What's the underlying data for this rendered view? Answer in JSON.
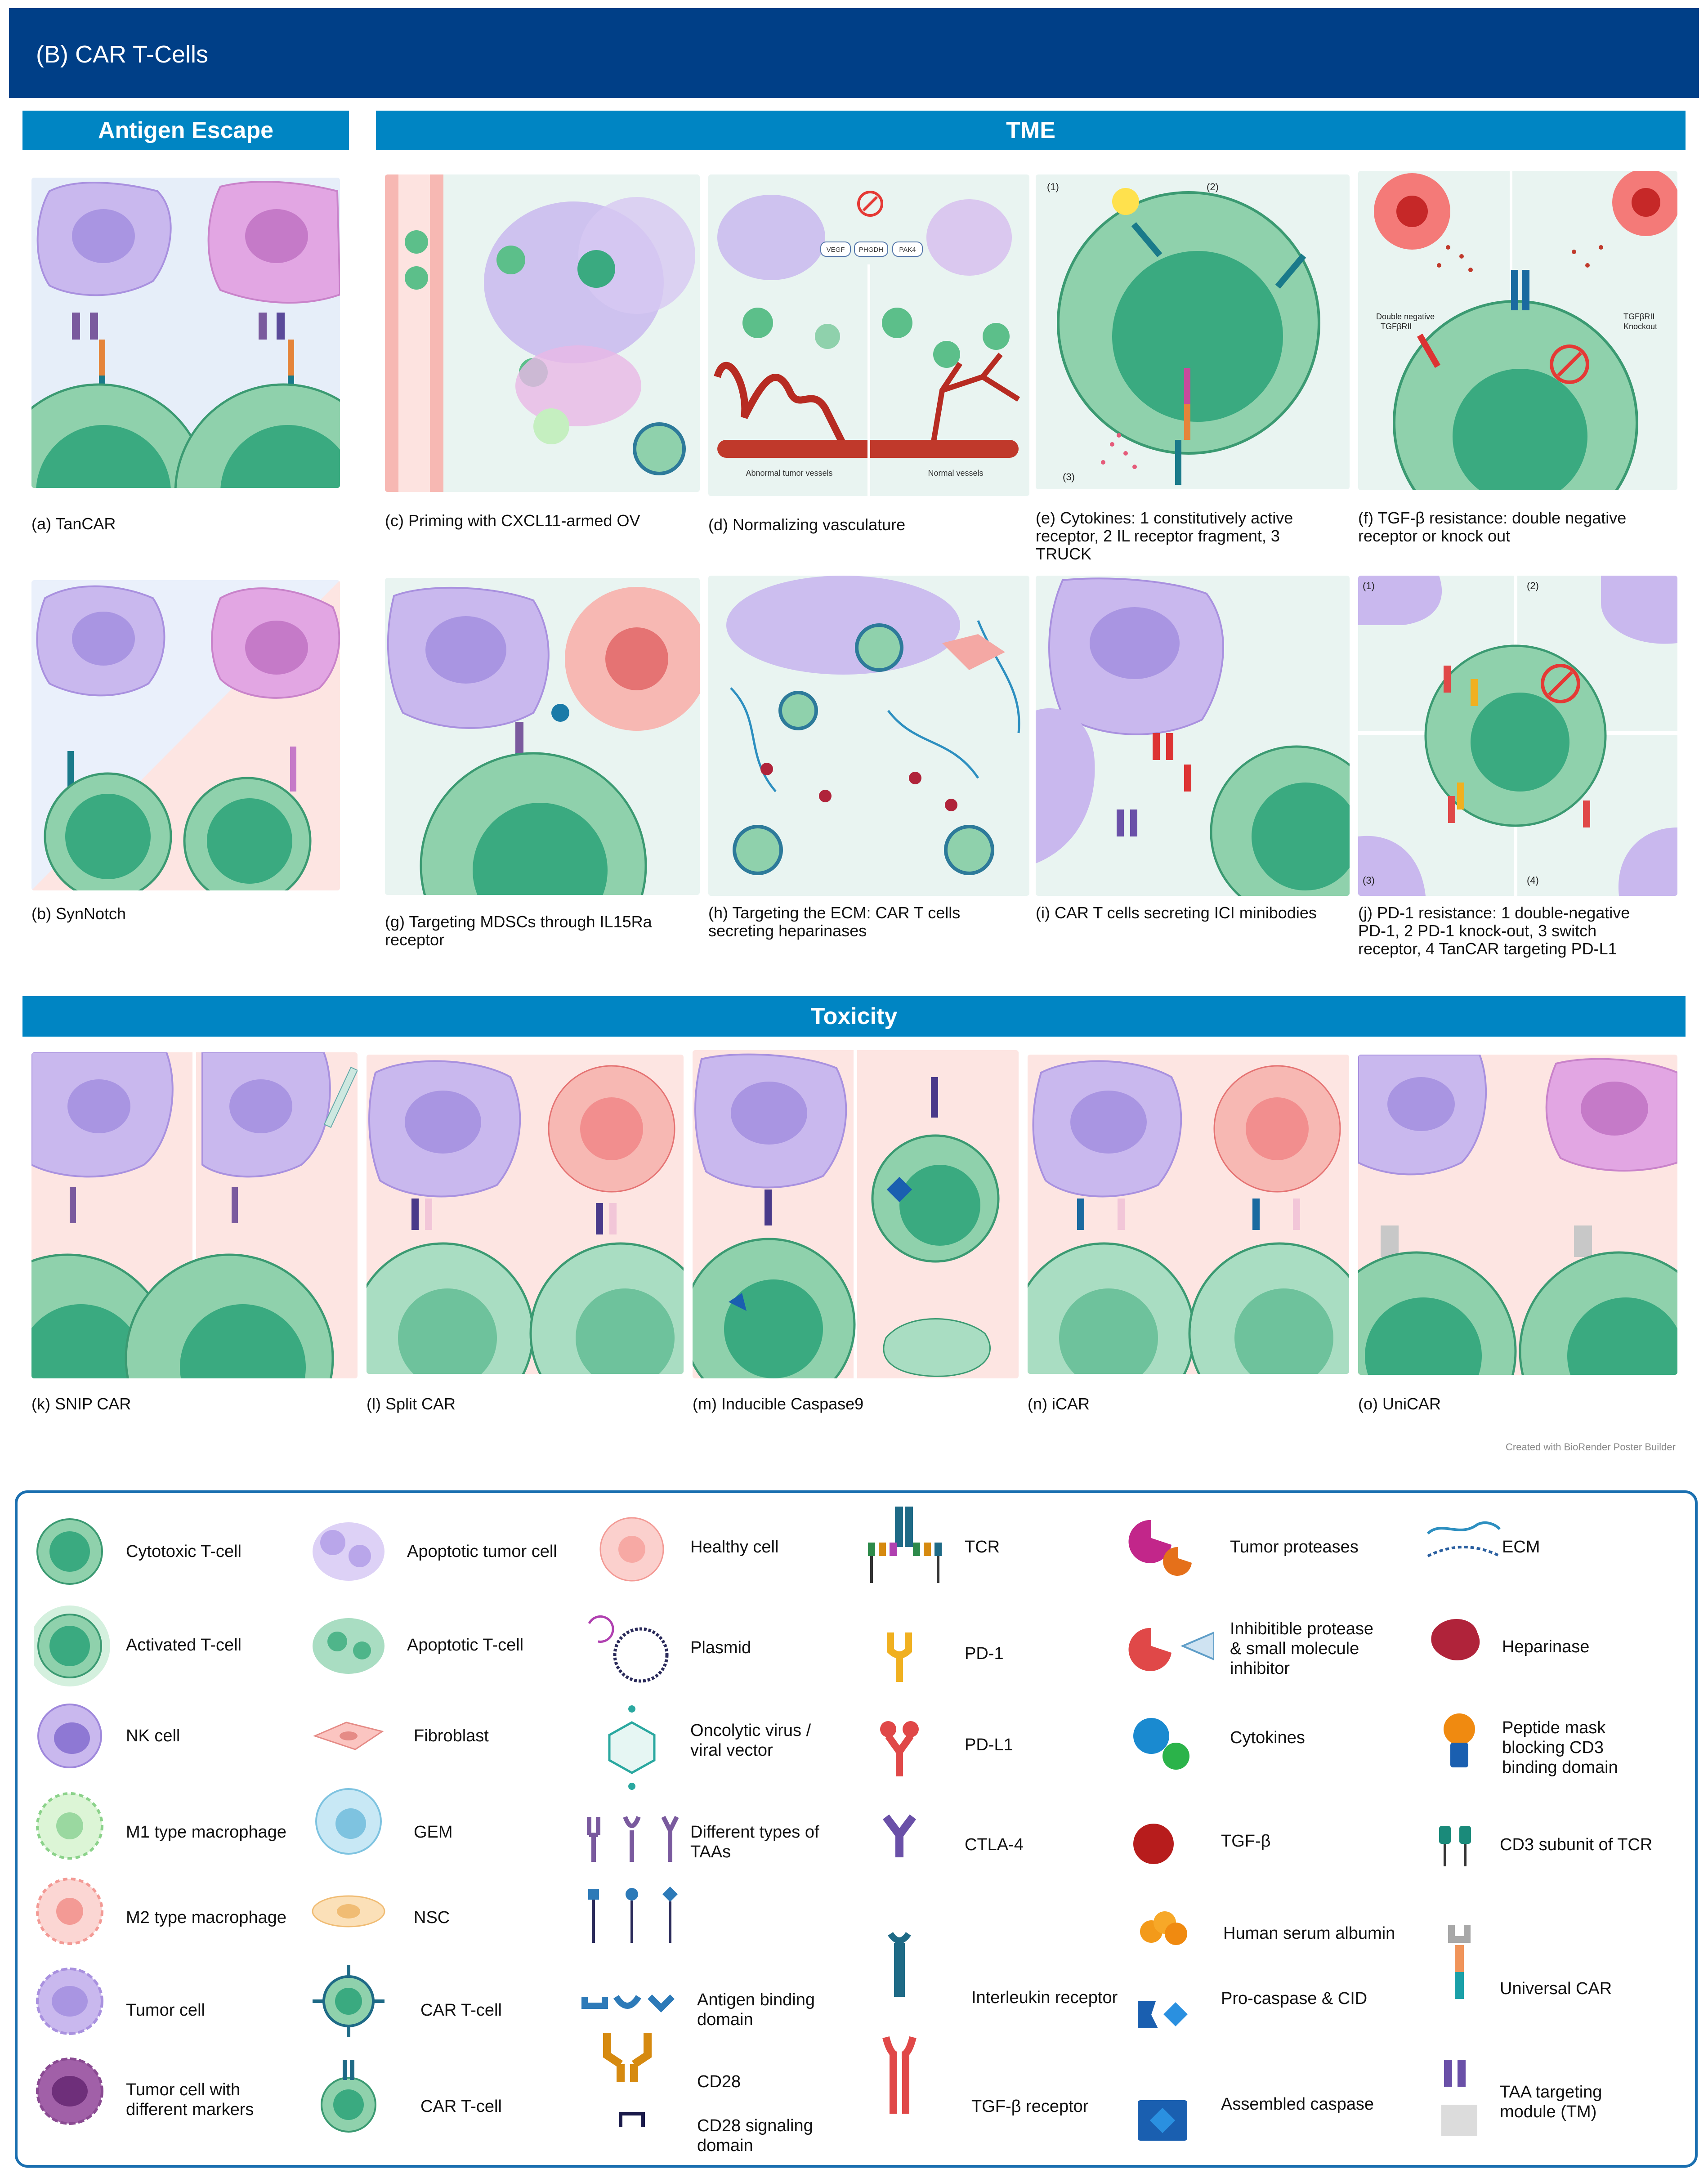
{
  "header": {
    "title": "(B) CAR T-Cells"
  },
  "sections": {
    "antigen_escape": "Antigen Escape",
    "tme": "TME",
    "toxicity": "Toxicity"
  },
  "captions": {
    "a": "(a) TanCAR",
    "b": "(b) SynNotch",
    "c": "(c) Priming with CXCL11-armed OV",
    "d": "(d) Normalizing vasculature",
    "e1": "(e) Cytokines: 1  constitutively active",
    "e2": "receptor, 2  IL receptor fragment, 3",
    "e3": "TRUCK",
    "f1": "(f) TGF-β resistance: double negative",
    "f2": "receptor or knock out",
    "g1": "(g) Targeting MDSCs through IL15Ra",
    "g2": "receptor",
    "h1": "(h) Targeting the ECM: CAR T cells",
    "h2": "secreting heparinases",
    "i": "(i) CAR T cells secreting ICI minibodies",
    "j1": "(j) PD-1 resistance: 1 double-negative",
    "j2": "PD-1, 2 PD-1 knock-out, 3 switch",
    "j3": "receptor, 4 TanCAR targeting PD-L1",
    "k": "(k) SNIP CAR",
    "l": "(l) Split CAR",
    "m": "(m) Inducible Caspase9",
    "n": "(n) iCAR",
    "o": "(o) UniCAR"
  },
  "panel_labels": {
    "d_left": "Abnormal tumor vessels",
    "d_right": "Normal vessels",
    "d_vegf": "VEGF",
    "d_phgdh": "PHGDH",
    "d_pak4": "PAK4",
    "e_1": "(1)",
    "e_2": "(2)",
    "e_3": "(3)",
    "f_left1": "Double negative",
    "f_left2": "TGFβRII",
    "f_right1": "TGFβRII",
    "f_right2": "Knockout",
    "j_1": "(1)",
    "j_2": "(2)",
    "j_3": "(3)",
    "j_4": "(4)"
  },
  "credit": "Created with BioRender Poster Builder",
  "legend": {
    "col1": [
      {
        "label": "Cytotoxic T-cell"
      },
      {
        "label": "Activated T-cell"
      },
      {
        "label": "NK cell"
      },
      {
        "label": "M1 type macrophage"
      },
      {
        "label": "M2 type macrophage"
      },
      {
        "label": "Tumor cell"
      },
      {
        "label1": "Tumor cell with",
        "label2": "different markers"
      }
    ],
    "col2": [
      {
        "label": "Apoptotic tumor cell"
      },
      {
        "label": "Apoptotic T-cell"
      },
      {
        "label": "Fibroblast"
      },
      {
        "label": "GEM"
      },
      {
        "label": "NSC"
      },
      {
        "label": "CAR T-cell"
      },
      {
        "label": "CAR T-cell"
      }
    ],
    "col3": [
      {
        "label": "Healthy cell"
      },
      {
        "label": "Plasmid"
      },
      {
        "label1": "Oncolytic virus /",
        "label2": "viral vector"
      },
      {
        "label1": "Different types of",
        "label2": "TAAs"
      },
      {
        "label1": "Antigen binding",
        "label2": "domain"
      },
      {
        "label": "CD28"
      },
      {
        "label1": "CD28 signaling",
        "label2": "domain"
      }
    ],
    "col4": [
      {
        "label": "TCR"
      },
      {
        "label": "PD-1"
      },
      {
        "label": "PD-L1"
      },
      {
        "label": "CTLA-4"
      },
      {
        "label": "Interleukin receptor"
      },
      {
        "label": "TGF-β receptor"
      }
    ],
    "col5": [
      {
        "label": "Tumor proteases"
      },
      {
        "label1": "Inhibitible protease",
        "label2": "& small molecule",
        "label3": "inhibitor"
      },
      {
        "label": "Cytokines"
      },
      {
        "label": "TGF-β"
      },
      {
        "label": "Human serum albumin"
      },
      {
        "label": "Pro-caspase & CID"
      },
      {
        "label": "Assembled caspase"
      }
    ],
    "col6": [
      {
        "label": "ECM"
      },
      {
        "label": "Heparinase"
      },
      {
        "label1": "Peptide mask",
        "label2": "blocking CD3",
        "label3": "binding domain"
      },
      {
        "label": "CD3 subunit of TCR"
      },
      {
        "label": "Universal CAR"
      },
      {
        "label1": "TAA targeting",
        "label2": "module (TM)"
      }
    ]
  },
  "colors": {
    "header": "#003f87",
    "band": "#0085c3",
    "tcell": "#8fd1ac",
    "tcell_nucleus": "#3aaa80",
    "tumor": "#c9b8ee",
    "tumor_pink": "#e2a6e3",
    "healthy": "#f4a8a4",
    "legend_border": "#1a6fb0"
  }
}
